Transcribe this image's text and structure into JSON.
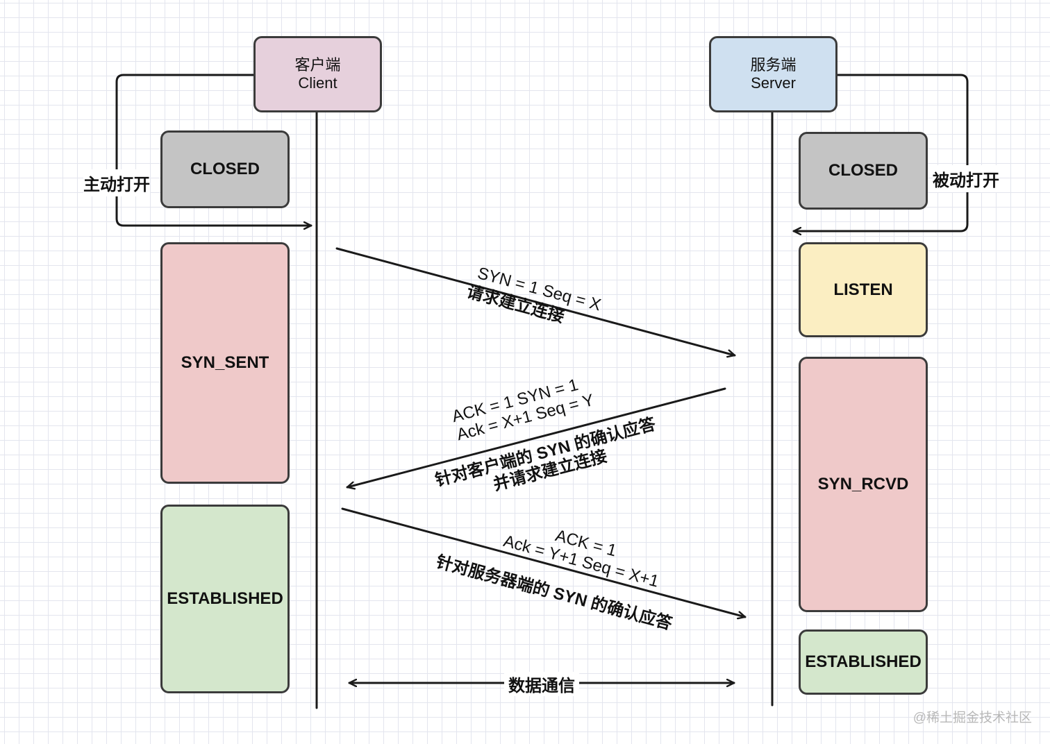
{
  "colors": {
    "actor_client": "#e6d0dc",
    "actor_server": "#cfe0f0",
    "closed": "#c4c4c4",
    "syn": "#efc9c9",
    "listen": "#fbeec2",
    "established": "#d4e7cc",
    "line": "#1a1a1a",
    "grid": "#e3e5ee"
  },
  "client": {
    "title_cn": "客户端",
    "title_en": "Client",
    "open_label": "主动打开",
    "states": {
      "closed": "CLOSED",
      "syn_sent": "SYN_SENT",
      "established": "ESTABLISHED"
    }
  },
  "server": {
    "title_cn": "服务端",
    "title_en": "Server",
    "open_label": "被动打开",
    "states": {
      "closed": "CLOSED",
      "listen": "LISTEN",
      "syn_rcvd": "SYN_RCVD",
      "established": "ESTABLISHED"
    }
  },
  "messages": {
    "m1": {
      "params": "SYN = 1 Seq = X",
      "desc": "请求建立连接"
    },
    "m2": {
      "params_1": "ACK = 1 SYN = 1",
      "params_2": "Ack = X+1 Seq = Y",
      "desc_pre": "针对客户端的 ",
      "desc_bold": "SYN",
      "desc_post": " 的确认应答",
      "desc_2": "并请求建立连接"
    },
    "m3": {
      "params_1": "ACK = 1",
      "params_2": "Ack = Y+1 Seq = X+1",
      "desc_pre": "针对服务器端的 ",
      "desc_bold": "SYN",
      "desc_post": " 的确认应答"
    }
  },
  "data_exchange": "数据通信",
  "watermark": "@稀土掘金技术社区"
}
